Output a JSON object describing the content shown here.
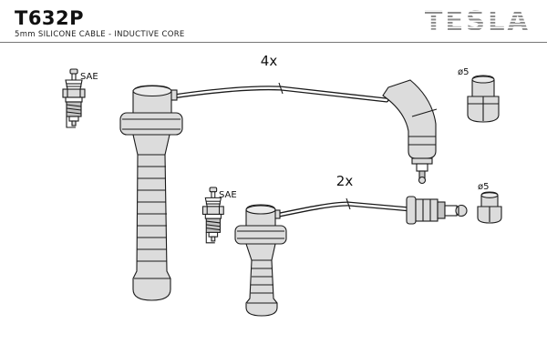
{
  "header": {
    "part_number": "T632P",
    "subtitle": "5mm SILICONE CABLE - INDUCTIVE CORE",
    "brand": "TESLA"
  },
  "labels": {
    "sae_top": "SAE",
    "sae_bottom": "SAE",
    "qty_top": "4x",
    "qty_bottom": "2x",
    "dia_top": "ø5",
    "dia_bottom": "ø5"
  },
  "colors": {
    "line": "#1a1a1a",
    "fill_light": "#dcdcdc",
    "fill_mid": "#c3c3c3",
    "brand_gray": "#8d8d8d",
    "background": "#ffffff"
  }
}
